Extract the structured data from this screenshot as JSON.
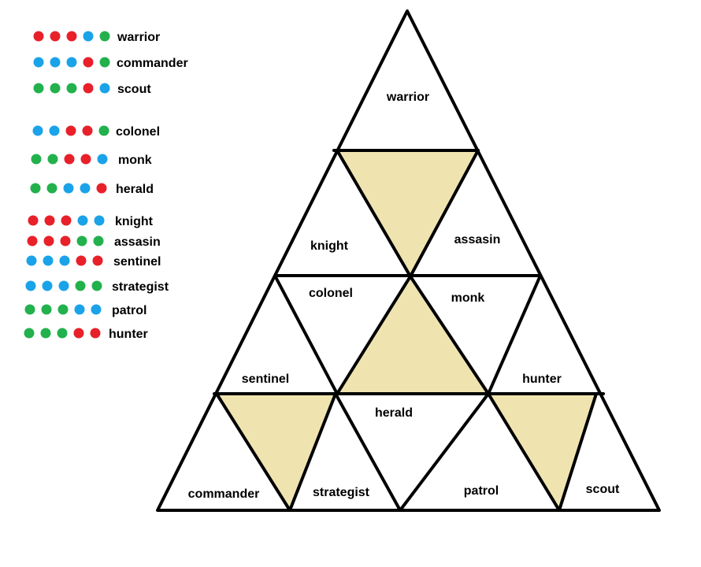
{
  "colors": {
    "red": "#e8202a",
    "blue": "#1aa3e8",
    "green": "#22b14c",
    "fill": "#efe4b0",
    "line": "#000000"
  },
  "legend": [
    {
      "label": "warrior",
      "dots": [
        "red",
        "red",
        "red",
        "blue",
        "green"
      ]
    },
    {
      "label": "commander",
      "dots": [
        "blue",
        "blue",
        "blue",
        "red",
        "green"
      ]
    },
    {
      "label": "scout",
      "dots": [
        "green",
        "green",
        "green",
        "red",
        "blue"
      ]
    },
    {
      "label": "colonel",
      "dots": [
        "blue",
        "blue",
        "red",
        "red",
        "green"
      ]
    },
    {
      "label": "monk",
      "dots": [
        "green",
        "green",
        "red",
        "red",
        "blue"
      ]
    },
    {
      "label": "herald",
      "dots": [
        "green",
        "green",
        "blue",
        "blue",
        "red"
      ]
    },
    {
      "label": "knight",
      "dots": [
        "red",
        "red",
        "red",
        "blue",
        "blue"
      ]
    },
    {
      "label": "assasin",
      "dots": [
        "red",
        "red",
        "red",
        "green",
        "green"
      ]
    },
    {
      "label": "sentinel",
      "dots": [
        "blue",
        "blue",
        "blue",
        "red",
        "red"
      ]
    },
    {
      "label": "strategist",
      "dots": [
        "blue",
        "blue",
        "blue",
        "green",
        "green"
      ]
    },
    {
      "label": "patrol",
      "dots": [
        "green",
        "green",
        "green",
        "blue",
        "blue"
      ]
    },
    {
      "label": "hunter",
      "dots": [
        "green",
        "green",
        "green",
        "red",
        "red"
      ]
    }
  ],
  "cells": {
    "warrior": "warrior",
    "knight": "knight",
    "assasin": "assasin",
    "colonel": "colonel",
    "monk": "monk",
    "sentinel": "sentinel",
    "hunter": "hunter",
    "herald": "herald",
    "commander": "commander",
    "strategist": "strategist",
    "patrol": "patrol",
    "scout": "scout"
  }
}
